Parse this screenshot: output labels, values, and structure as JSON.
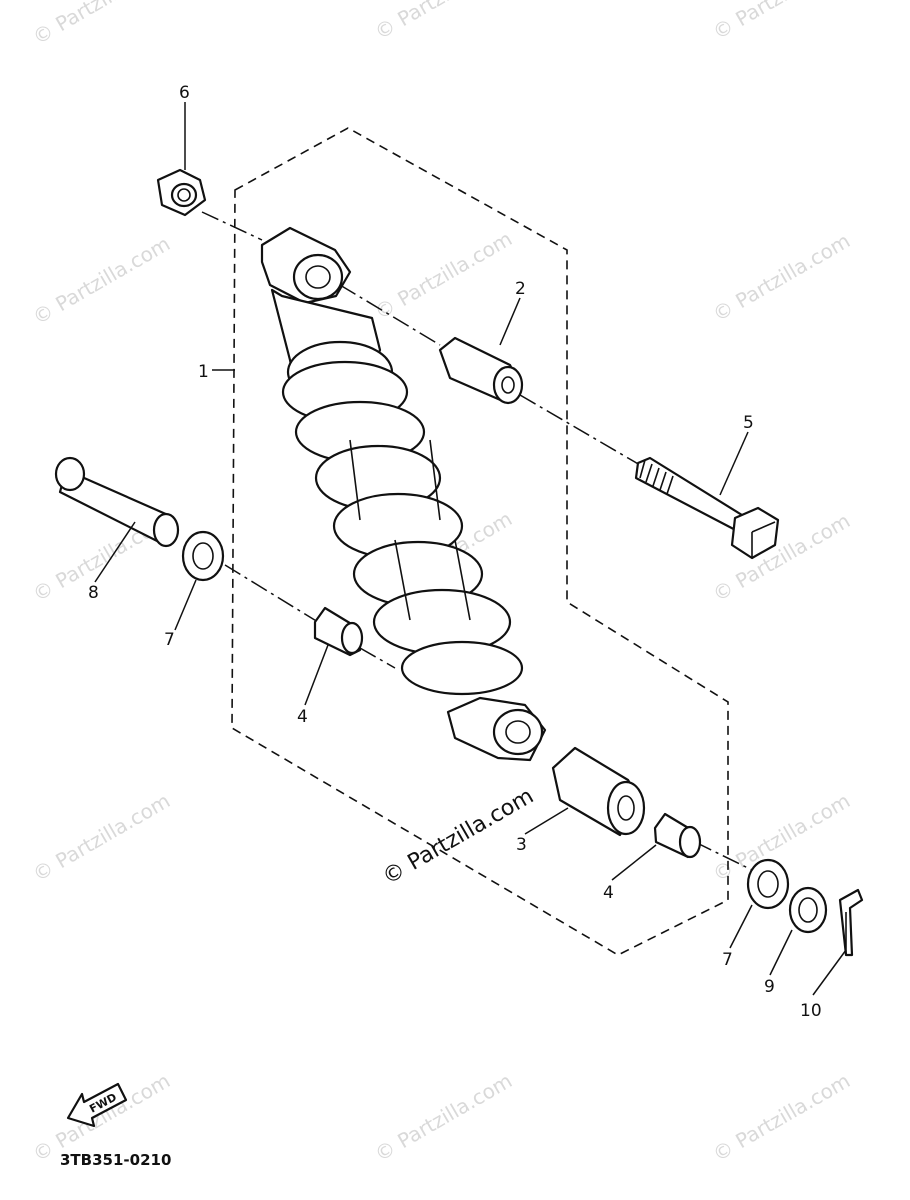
{
  "watermark": {
    "text": "© Partzilla.com",
    "center_text": "© Partzilla.com"
  },
  "callouts": {
    "c1": "1",
    "c2": "2",
    "c3": "3",
    "c4a": "4",
    "c4b": "4",
    "c5": "5",
    "c6": "6",
    "c7a": "7",
    "c7b": "7",
    "c8": "8",
    "c9": "9",
    "c10": "10"
  },
  "fwd_label": "FWD",
  "diagram_code": "3TB351-0210"
}
